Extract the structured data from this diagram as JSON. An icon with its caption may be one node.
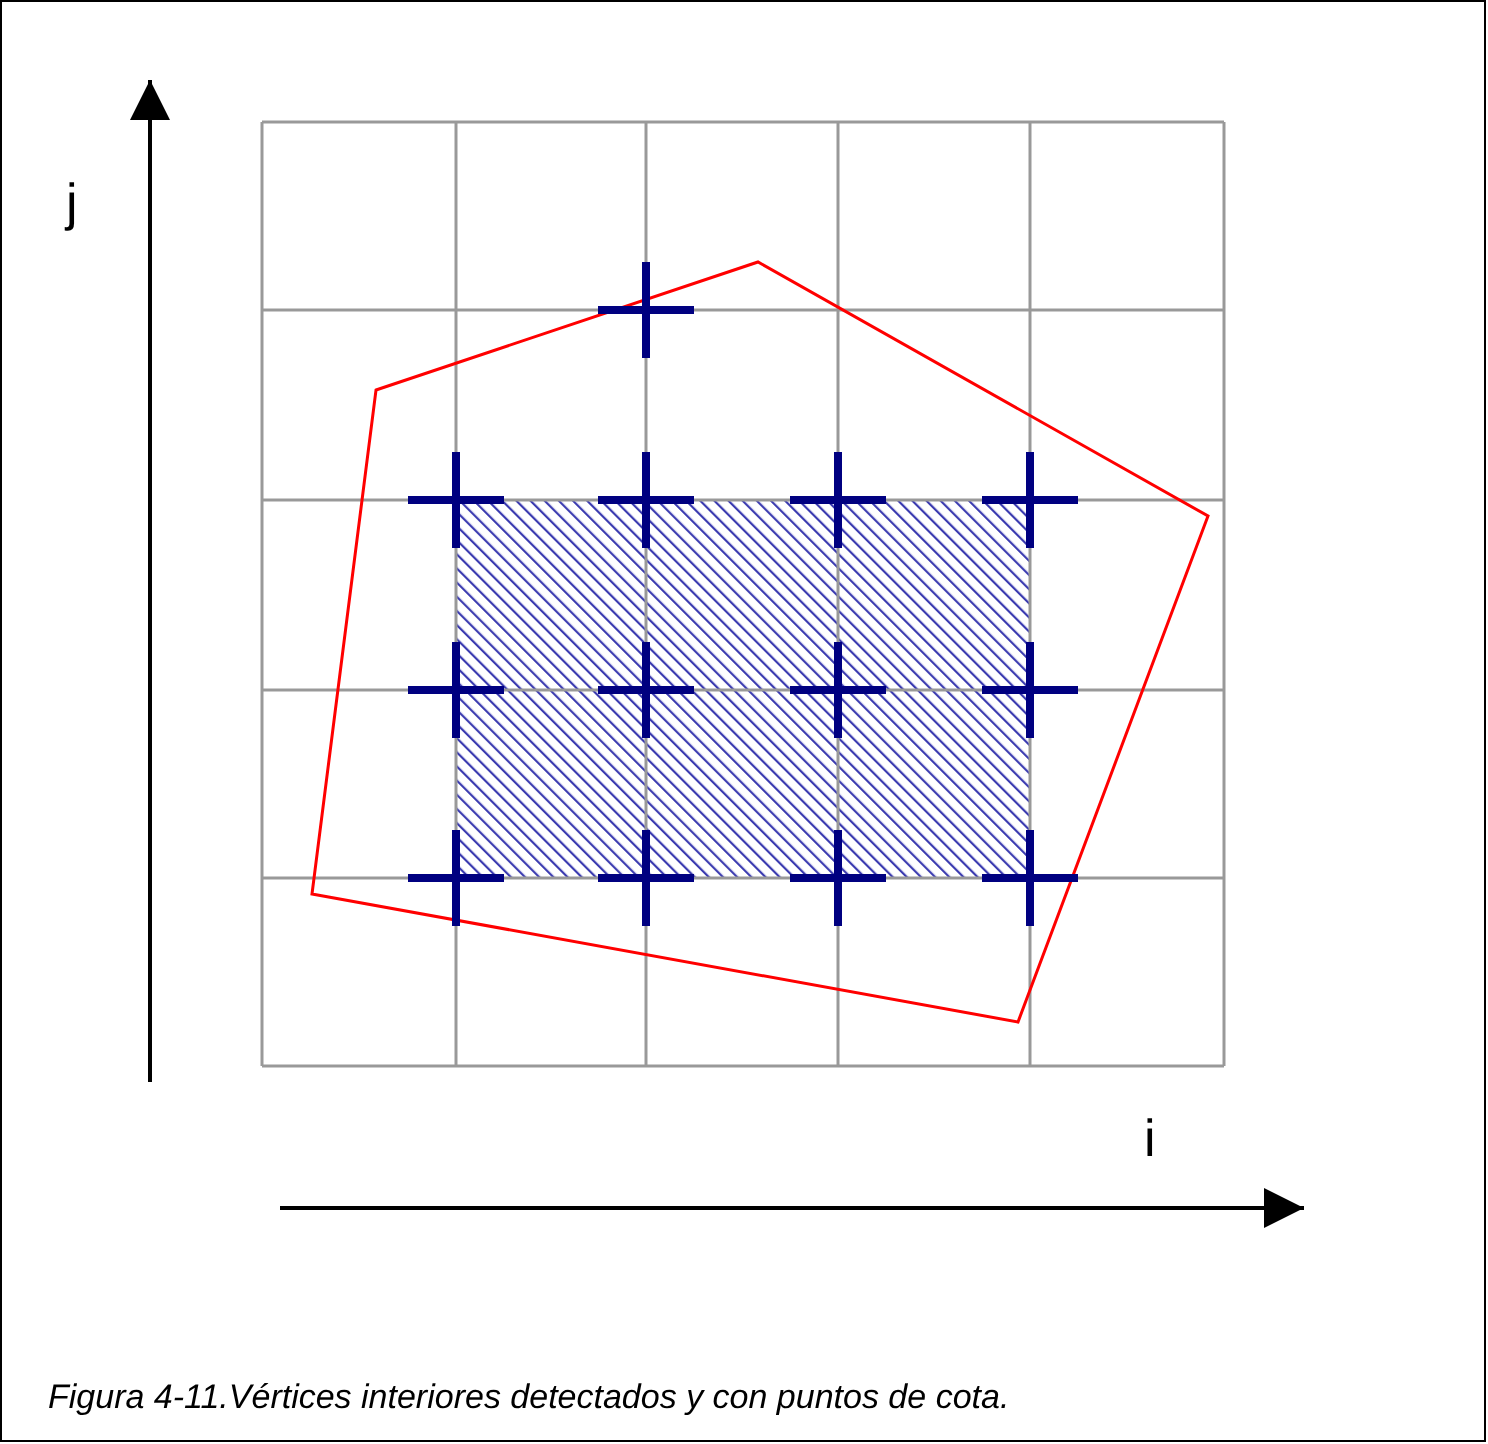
{
  "diagram": {
    "caption": "Figura 4-11.Vértices interiores detectados y con puntos de cota.",
    "labels": [
      "j",
      "i"
    ]
  }
}
